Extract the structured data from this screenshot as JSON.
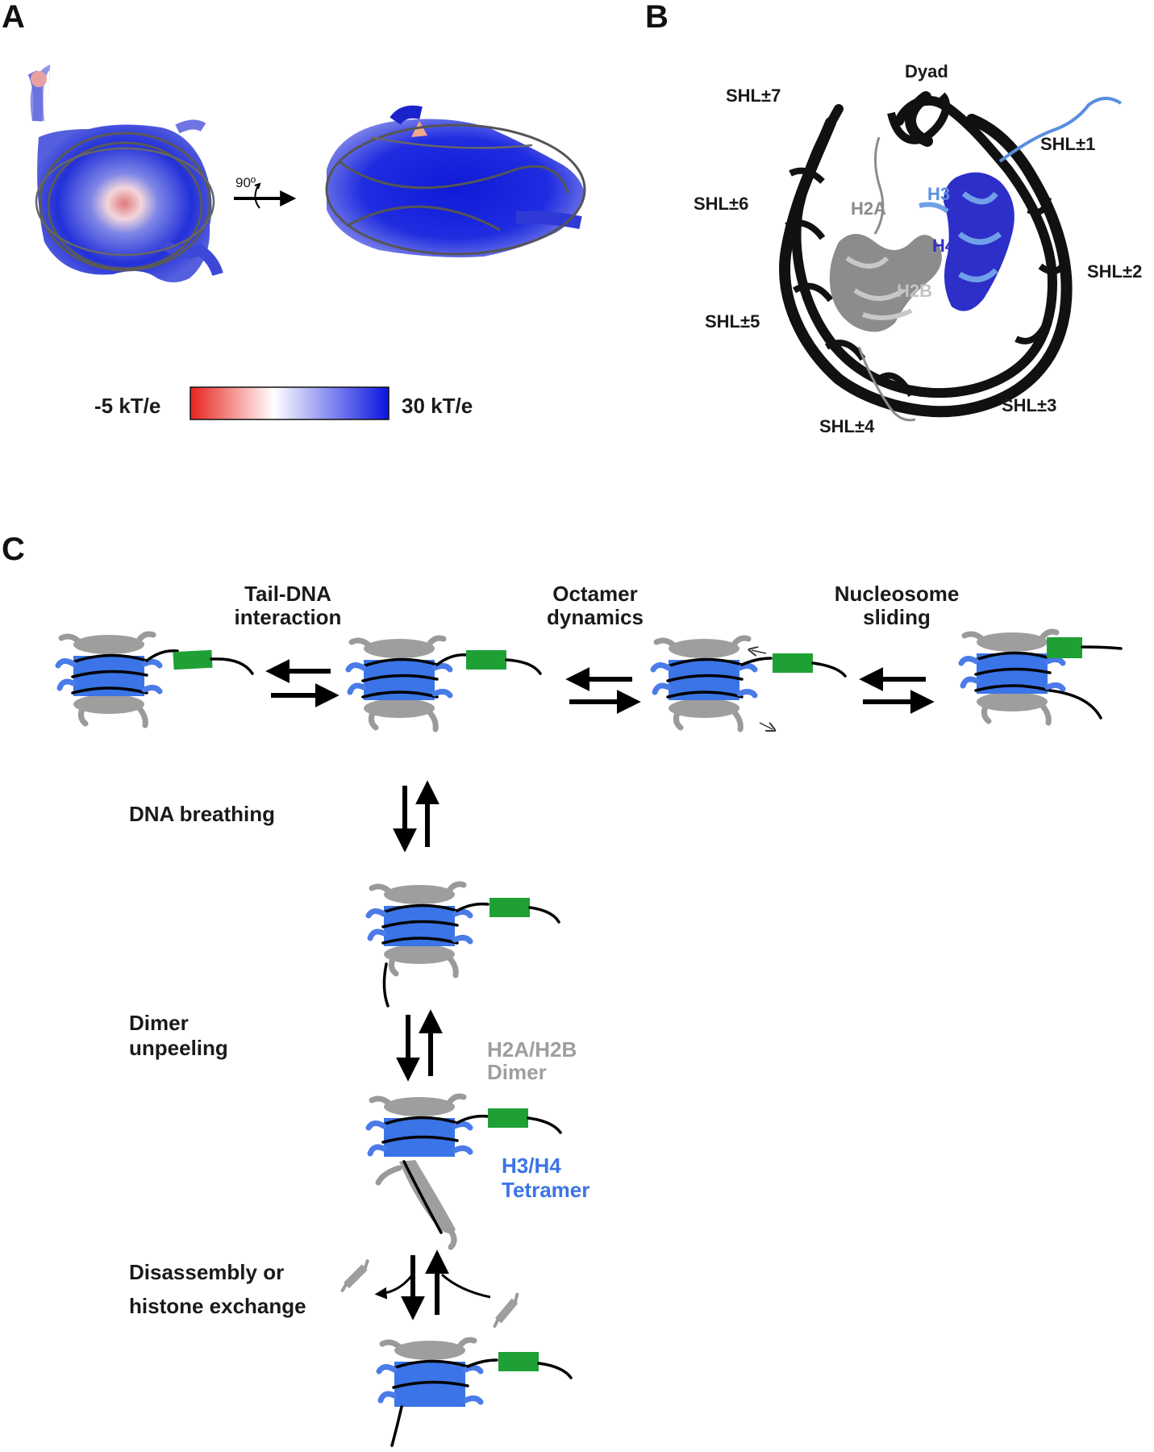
{
  "panels": {
    "a": "A",
    "b": "B",
    "c": "C"
  },
  "panel_a": {
    "rotation_label": "90º",
    "scale_min": "-5 kT/e",
    "scale_max": "30 kT/e",
    "colors": {
      "negative": "#e8231d",
      "neutral": "#ffffff",
      "positive": "#0a14e0"
    }
  },
  "panel_b": {
    "dna_labels": [
      "Dyad",
      "SHL±1",
      "SHL±2",
      "SHL±3",
      "SHL±4",
      "SHL±5",
      "SHL±6",
      "SHL±7"
    ],
    "histone_labels": {
      "h3": "H3",
      "h4": "H4",
      "h2a": "H2A",
      "h2b": "H2B"
    }
  },
  "panel_c": {
    "transitions": {
      "tail_dna_1": "Tail-DNA",
      "tail_dna_2": "interaction",
      "octamer_1": "Octamer",
      "octamer_2": "dynamics",
      "sliding_1": "Nucleosome",
      "sliding_2": "sliding",
      "breathing": "DNA breathing",
      "unpeeling_1": "Dimer",
      "unpeeling_2": "unpeeling",
      "disassembly_1": "Disassembly or",
      "disassembly_2": "histone exchange"
    },
    "legend": {
      "dimer_1": "H2A/H2B",
      "dimer_2": "Dimer",
      "tetramer_1": "H3/H4",
      "tetramer_2": "Tetramer"
    },
    "colors": {
      "dimer": "#9e9e9e",
      "tetramer": "#3b74e6",
      "linker": "#1fa035",
      "dna": "#000000"
    }
  }
}
